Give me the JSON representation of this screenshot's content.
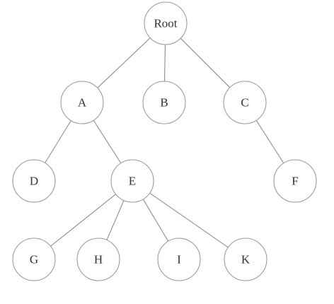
{
  "tree": {
    "nodes": [
      {
        "id": "root",
        "label": "Root"
      },
      {
        "id": "a",
        "label": "A"
      },
      {
        "id": "b",
        "label": "B"
      },
      {
        "id": "c",
        "label": "C"
      },
      {
        "id": "d",
        "label": "D"
      },
      {
        "id": "e",
        "label": "E"
      },
      {
        "id": "f",
        "label": "F"
      },
      {
        "id": "g",
        "label": "G"
      },
      {
        "id": "h",
        "label": "H"
      },
      {
        "id": "i",
        "label": "I"
      },
      {
        "id": "k",
        "label": "K"
      }
    ],
    "edges": [
      [
        "root",
        "a"
      ],
      [
        "root",
        "b"
      ],
      [
        "root",
        "c"
      ],
      [
        "a",
        "d"
      ],
      [
        "a",
        "e"
      ],
      [
        "c",
        "f"
      ],
      [
        "e",
        "g"
      ],
      [
        "e",
        "h"
      ],
      [
        "e",
        "i"
      ],
      [
        "e",
        "k"
      ]
    ]
  }
}
